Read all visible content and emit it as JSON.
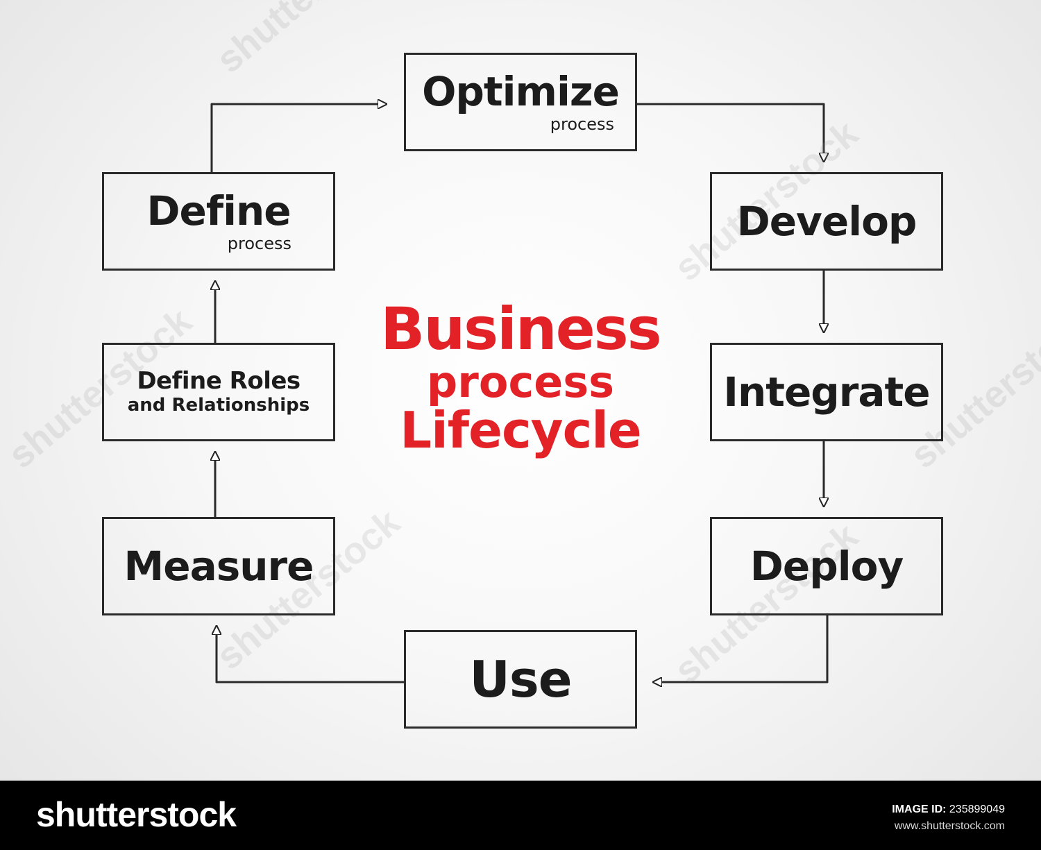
{
  "diagram": {
    "title": {
      "line1": "Business",
      "line2": "process",
      "line3": "Lifecycle",
      "color": "#e32228"
    },
    "nodes": {
      "optimize": {
        "main": "Optimize",
        "sub": "process"
      },
      "define": {
        "main": "Define",
        "sub": "process"
      },
      "develop": {
        "main": "Develop"
      },
      "roles": {
        "line1": "Define Roles",
        "line2": "and Relationships"
      },
      "integrate": {
        "main": "Integrate"
      },
      "measure": {
        "main": "Measure"
      },
      "deploy": {
        "main": "Deploy"
      },
      "use": {
        "main": "Use"
      }
    },
    "line_color": "#2a2a2a"
  },
  "footer": {
    "logo": "shutterstock",
    "image_id_label": "IMAGE ID:",
    "image_id": "235899049",
    "url": "www.shutterstock.com"
  }
}
